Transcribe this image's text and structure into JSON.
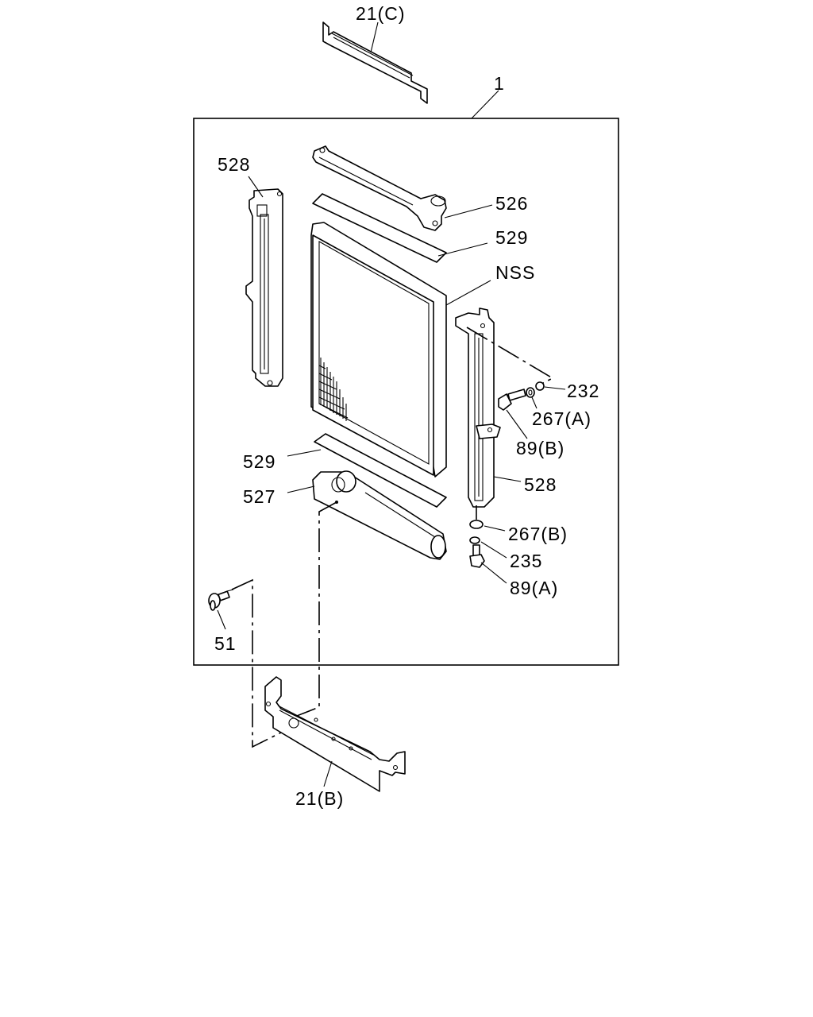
{
  "labels": {
    "assembly": "1",
    "bracket_top": "21(C)",
    "bracket_bottom": "21(B)",
    "side_bracket_left": "528",
    "side_bracket_right": "528",
    "upper_tank": "526",
    "lower_tank": "527",
    "seal_upper": "529",
    "seal_lower": "529",
    "core": "NSS",
    "washer_232": "232",
    "washer_267a": "267(A)",
    "bolt_89b": "89(B)",
    "washer_267b": "267(B)",
    "washer_235": "235",
    "bolt_89a": "89(A)",
    "drain_cock": "51"
  }
}
